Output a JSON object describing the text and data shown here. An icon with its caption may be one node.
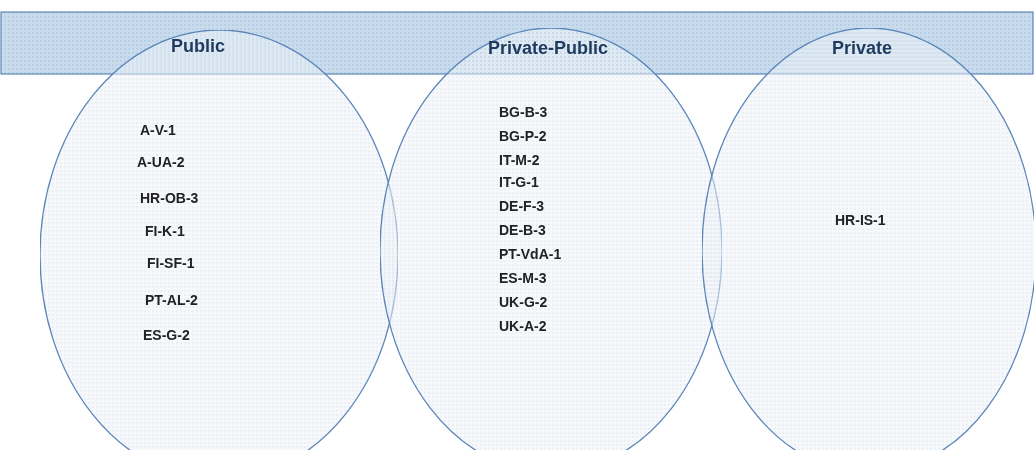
{
  "diagram": {
    "nodes": [
      {
        "text": [
          "Public",
          "A-V-1",
          "A-UA-2",
          "HR-OB-3",
          "FI-K-1",
          "FI-SF-1",
          "PT-AL-2",
          "ES-G-2"
        ]
      },
      {
        "text": [
          "Private-Public",
          "BG-B-3",
          "BG-P-2",
          "IT-M-2",
          "IT-G-1",
          "DE-F-3",
          "DE-B-3",
          "PT-VdA-1",
          "ES-M-3",
          "UK-G-2",
          "UK-A-2"
        ]
      },
      {
        "text": [
          "Private",
          "HR-IS-1"
        ]
      }
    ],
    "edges": []
  }
}
